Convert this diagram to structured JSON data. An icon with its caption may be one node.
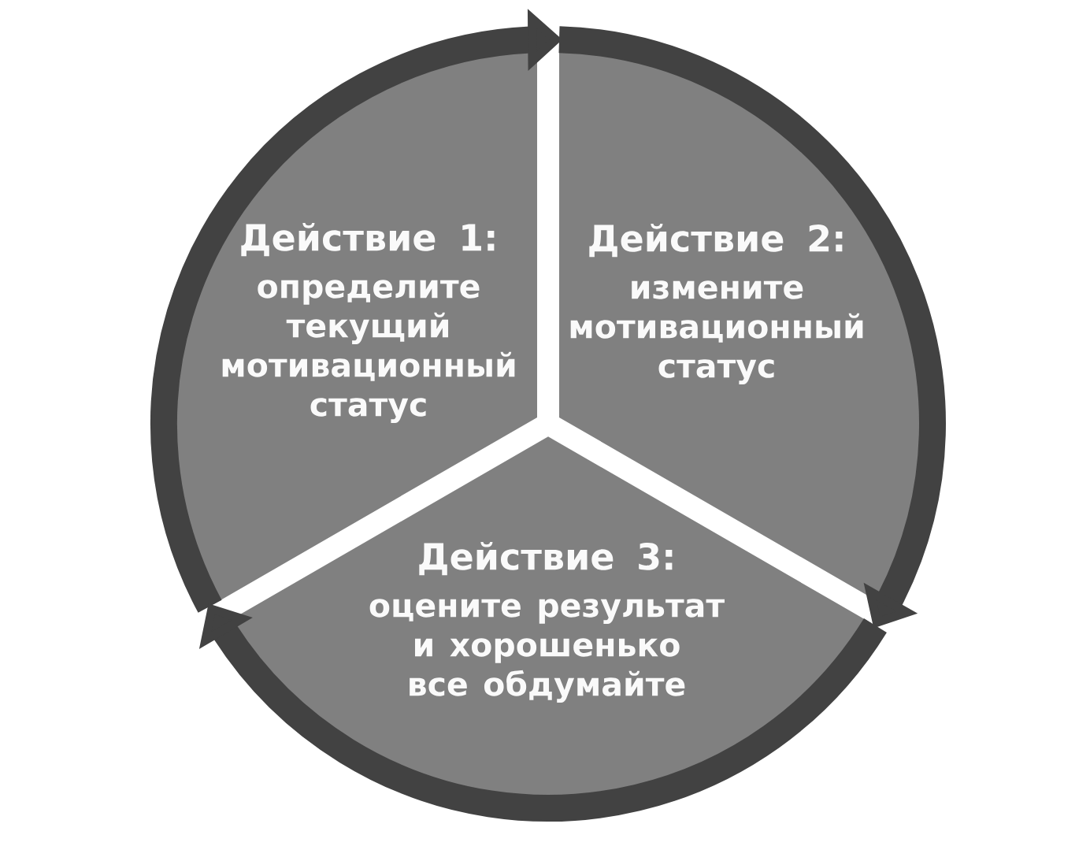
{
  "diagram": {
    "nodes": [
      {
        "text": [
          "Действие 1:",
          "определите текущий мотивационный статус"
        ]
      },
      {
        "text": [
          "Действие 2:",
          "измените мотивационный статус"
        ]
      },
      {
        "text": [
          "Действие 3:",
          "оцените результат и хорошенько все обдумайте"
        ]
      }
    ],
    "edges": [
      {
        "from": 0,
        "to": 1,
        "arrow": "to"
      },
      {
        "from": 1,
        "to": 2,
        "arrow": "to"
      },
      {
        "from": 2,
        "to": 0,
        "arrow": "to"
      }
    ]
  }
}
